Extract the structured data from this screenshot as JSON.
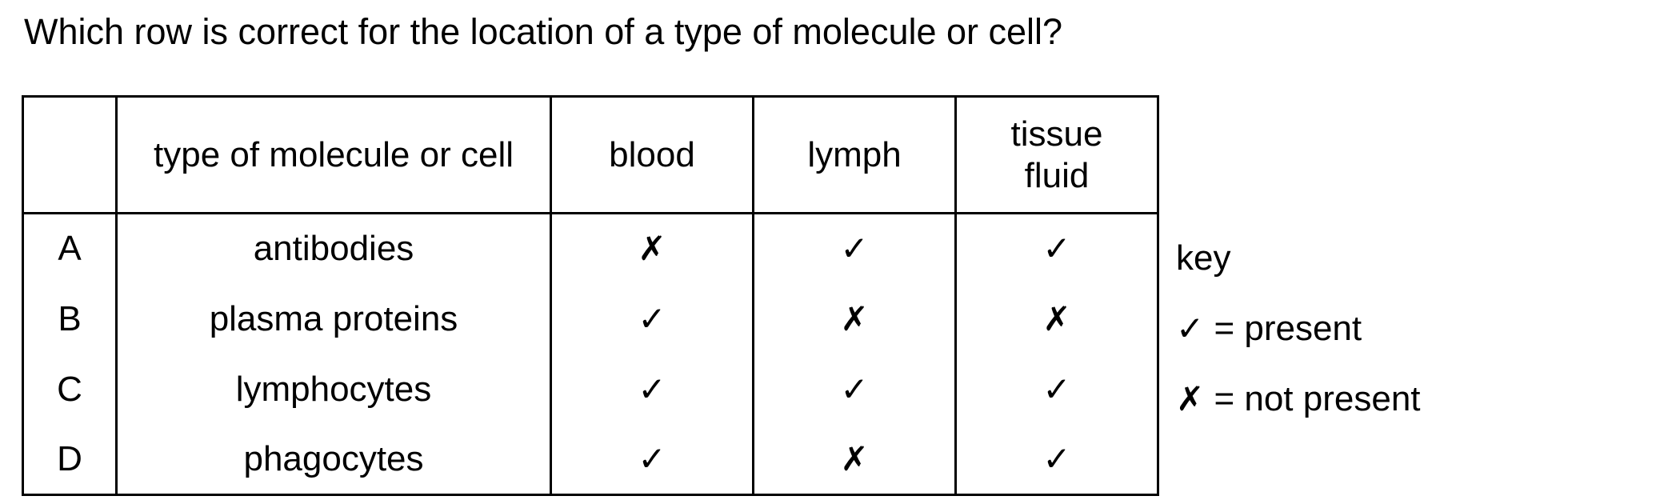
{
  "question": "Which row is correct for the location of a type of molecule or cell?",
  "table": {
    "headers": [
      "",
      "type of molecule or cell",
      "blood",
      "lymph",
      "tissue fluid"
    ],
    "rows": [
      {
        "letter": "A",
        "item": "antibodies",
        "blood": "✗",
        "lymph": "✓",
        "tissue_fluid": "✓"
      },
      {
        "letter": "B",
        "item": "plasma proteins",
        "blood": "✓",
        "lymph": "✗",
        "tissue_fluid": "✗"
      },
      {
        "letter": "C",
        "item": "lymphocytes",
        "blood": "✓",
        "lymph": "✓",
        "tissue_fluid": "✓"
      },
      {
        "letter": "D",
        "item": "phagocytes",
        "blood": "✓",
        "lymph": "✗",
        "tissue_fluid": "✓"
      }
    ]
  },
  "key": {
    "title": "key",
    "present_symbol": "✓",
    "present_label": "= present",
    "absent_symbol": "✗",
    "absent_label": "= not present"
  }
}
